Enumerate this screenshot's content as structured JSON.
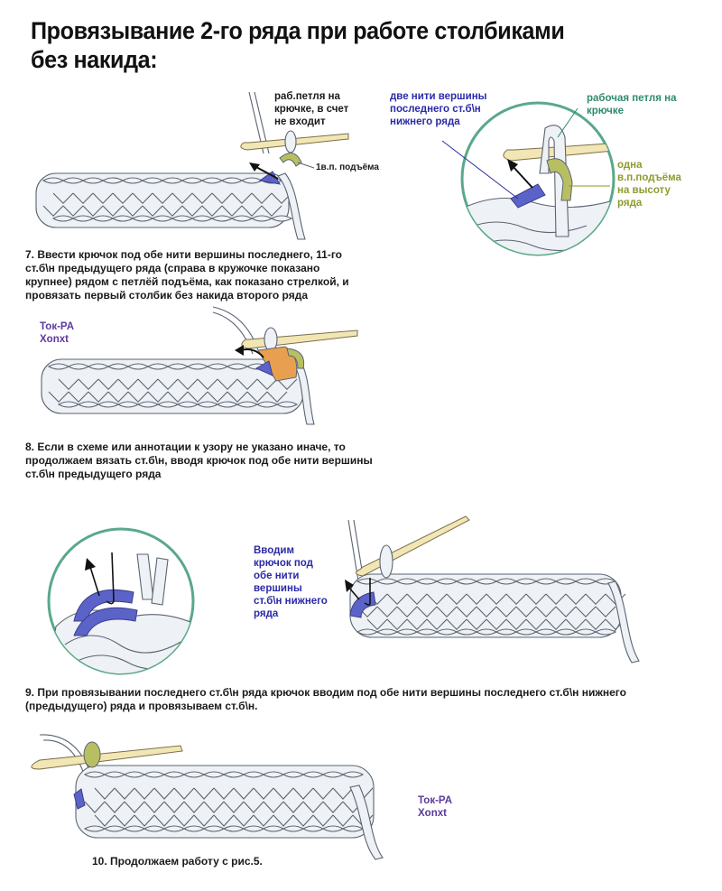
{
  "title": {
    "line1": "Провязывание 2-го ряда при работе столбиками",
    "line2": "без накида:"
  },
  "figure7": {
    "label_working_loop": [
      "раб.петля на",
      "крючке, в счет",
      "не входит"
    ],
    "label_ch_lift": "1в.п. подъёма",
    "zoom_labels": {
      "two_threads": [
        "две нити вершины",
        "последнего ст.б\\н",
        "нижнего ряда"
      ],
      "working_loop": [
        "рабочая петля на",
        "крючке"
      ],
      "one_ch": [
        "одна",
        "в.п.подъёма",
        "на высоту",
        "ряда"
      ]
    },
    "caption": [
      "7. Ввести крючок под обе нити вершины последнего, 11-го",
      "ст.б\\н предыдущего ряда (справа в кружочке показано",
      "крупнее) рядом с петлёй подъёма, как показано стрелкой,  и",
      "провязать первый столбик без накида второго ряда"
    ]
  },
  "figure8": {
    "watermark": [
      "Ток-PA",
      "Xonxt"
    ],
    "caption": [
      "8. Если в схеме или аннотации к узору не указано иначе, то",
      "продолжаем вязать ст.б\\н, вводя крючок под обе нити вершины",
      "ст.б\\н предыдущего ряда"
    ]
  },
  "figure9": {
    "label": [
      "Вводим",
      "крючок под",
      "обе нити",
      "вершины",
      "ст.б\\н нижнего",
      "ряда"
    ],
    "caption": [
      "9. При провязывании последнего ст.б\\н ряда крючок вводим под обе нити вершины последнего ст.б\\н нижнего",
      "(предыдущего) ряда и провязываем ст.б\\н."
    ]
  },
  "figure10": {
    "watermark": [
      "Ток-PA",
      "Xonxt"
    ],
    "caption": "10. Продолжаем работу с рис.5."
  },
  "colors": {
    "yarn": "#eef1f5",
    "outline": "#5b6470",
    "hook": "#f2e6b4",
    "highlight_blue": "#5c63c8",
    "lift_loop_olive": "#b8bf62",
    "loop_orange": "#e8a050",
    "circle_green": "#5aa88a",
    "label_blue": "#2a2aa8",
    "label_teal": "#2e8a6e",
    "label_olive": "#8f9a2e",
    "watermark_purple": "#5b3a9c"
  }
}
